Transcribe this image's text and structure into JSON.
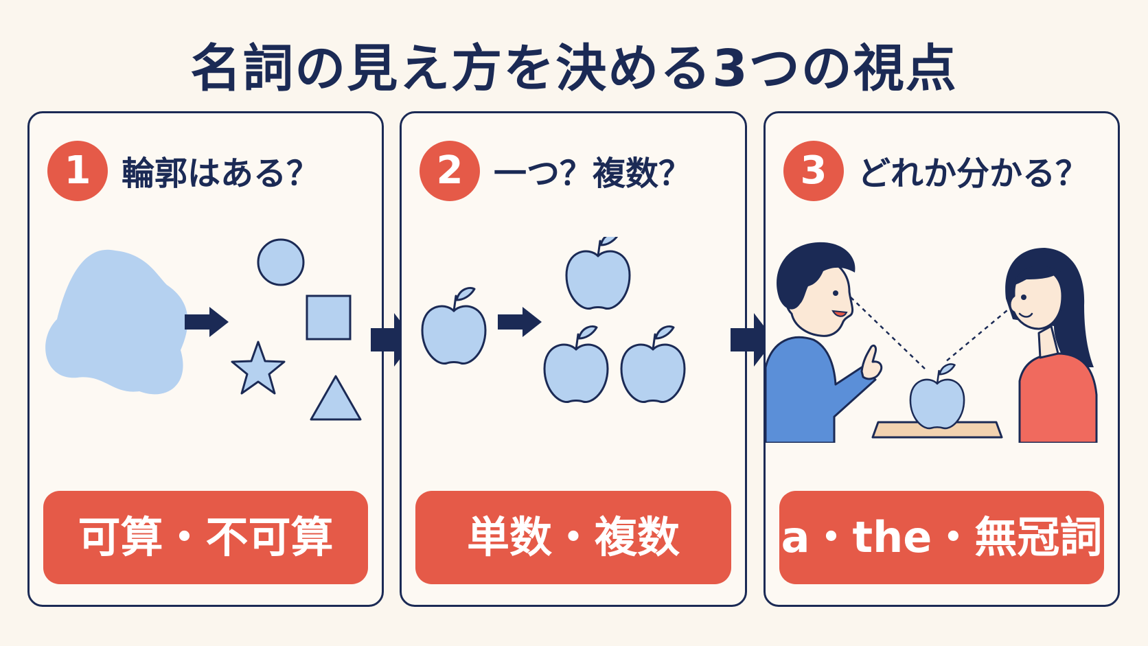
{
  "title": "名詞の見え方を決める3つの視点",
  "colors": {
    "navy": "#1b2a55",
    "red": "#e55a48",
    "light_blue": "#b5d1f0",
    "background": "#fbf6ee"
  },
  "panels": [
    {
      "number": "1",
      "question": "輪郭はある？",
      "label": "可算・不可算",
      "illustration": "blob-to-shapes"
    },
    {
      "number": "2",
      "question": "一つ？複数？",
      "label": "単数・複数",
      "illustration": "apple-to-apples"
    },
    {
      "number": "3",
      "question": "どれか分かる？",
      "label": "a・the・無冠詞",
      "illustration": "two-people-looking-at-apple"
    }
  ]
}
